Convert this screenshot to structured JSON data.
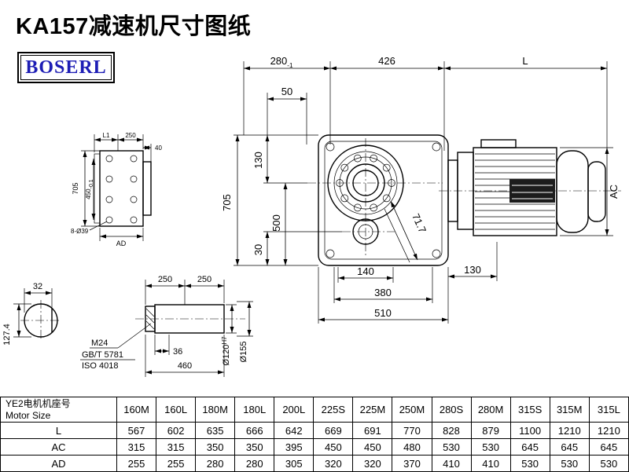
{
  "title": "KA157减速机尺寸图纸",
  "logo_text": "BOSERL",
  "drawing": {
    "dims": {
      "top_width": "280",
      "top_width_tol": "-1",
      "mid_width": "426",
      "motor_length": "L",
      "offset_50": "50",
      "height_705": "705",
      "h_130": "130",
      "h_500": "500",
      "h_30": "30",
      "w_140": "140",
      "w_380": "380",
      "w_510": "510",
      "w_130": "130",
      "diag_71_7": "71.7",
      "motor_ac": "AC",
      "flange_l1": "L1",
      "flange_250": "250",
      "flange_40": "40",
      "flange_705": "705",
      "flange_450": "450",
      "flange_450_tol": "-0.1",
      "flange_holes": "8-Ø39",
      "flange_ad": "AD",
      "shaft_32": "32",
      "shaft_127_4": "127.4",
      "shaft_250_a": "250",
      "shaft_250_b": "250",
      "thread_m24": "M24",
      "thread_gbt": "GB/T 5781",
      "thread_iso": "ISO 4018",
      "shaft_36": "36",
      "shaft_460": "460",
      "dia_120": "Ø120",
      "dia_120_fit": "H7",
      "dia_155": "Ø155"
    }
  },
  "table": {
    "header_cn": "YE2电机机座号",
    "header_en": "Motor Size",
    "columns": [
      "160M",
      "160L",
      "180M",
      "180L",
      "200L",
      "225S",
      "225M",
      "250M",
      "280S",
      "280M",
      "315S",
      "315M",
      "315L"
    ],
    "rows": [
      {
        "label": "L",
        "values": [
          "567",
          "602",
          "635",
          "666",
          "642",
          "669",
          "691",
          "770",
          "828",
          "879",
          "1100",
          "1210",
          "1210"
        ]
      },
      {
        "label": "AC",
        "values": [
          "315",
          "315",
          "350",
          "350",
          "395",
          "450",
          "450",
          "480",
          "530",
          "530",
          "645",
          "645",
          "645"
        ]
      },
      {
        "label": "AD",
        "values": [
          "255",
          "255",
          "280",
          "280",
          "305",
          "320",
          "320",
          "370",
          "410",
          "410",
          "530",
          "530",
          "530"
        ]
      }
    ]
  }
}
